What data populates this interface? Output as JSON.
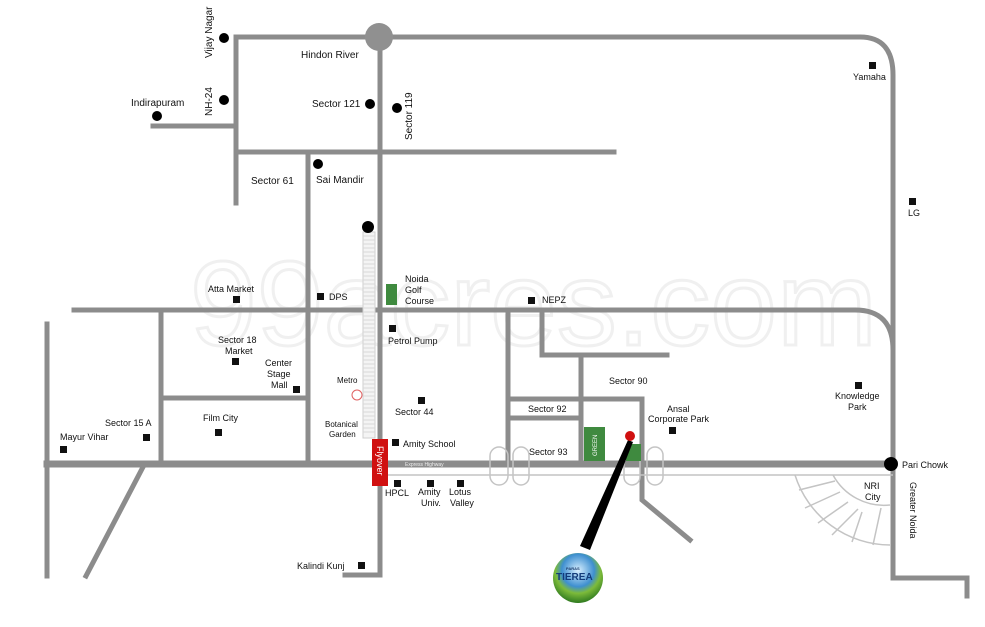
{
  "map": {
    "watermark": "99acres.com",
    "project_logo": {
      "brand": "PARAS",
      "name": "TIEREA"
    },
    "colors": {
      "road": "#8c8c8c",
      "green": "#3f8a3f",
      "flyover": "#d01010",
      "project_marker": "#d01010",
      "river": "#909090"
    },
    "labels": {
      "vijay_nagar": "Vijay Nagar",
      "hindon_river": "Hindon River",
      "nh24": "NH-24",
      "indirapuram": "Indirapuram",
      "sector121": "Sector 121",
      "sector119": "Sector 119",
      "sector61": "Sector 61",
      "sai_mandir": "Sai Mandir",
      "yamaha": "Yamaha",
      "lg": "LG",
      "atta_market": "Atta Market",
      "dps": "DPS",
      "golf_course": [
        "Noida",
        "Golf",
        "Course"
      ],
      "nepz": "NEPZ",
      "sector18": [
        "Sector 18",
        "Market"
      ],
      "center_stage": [
        "Center",
        "Stage",
        "Mall"
      ],
      "petrol_pump": "Petrol Pump",
      "metro": "Metro",
      "sector90": "Sector 90",
      "knowledge_park": [
        "Knowledge",
        "Park"
      ],
      "sector15a": "Sector 15 A",
      "mayur_vihar": "Mayur Vihar",
      "film_city": "Film City",
      "botanical_garden": [
        "Botanical",
        "Garden"
      ],
      "sector44": "Sector 44",
      "sector92": "Sector 92",
      "ansal": [
        "Ansal",
        "Corporate Park"
      ],
      "amity_school": "Amity School",
      "sector93": "Sector 93",
      "green": "GREEN",
      "flyover": "Flyover",
      "expressway": "Express Highway",
      "pari_chowk": "Pari Chowk",
      "hpcl": "HPCL",
      "amity_univ": [
        "Amity",
        "Univ."
      ],
      "lotus_valley": [
        "Lotus",
        "Valley"
      ],
      "nri_city": [
        "NRI",
        "City"
      ],
      "greater_noida": "Greater Noida",
      "kalindi_kunj": "Kalindi Kunj"
    }
  }
}
